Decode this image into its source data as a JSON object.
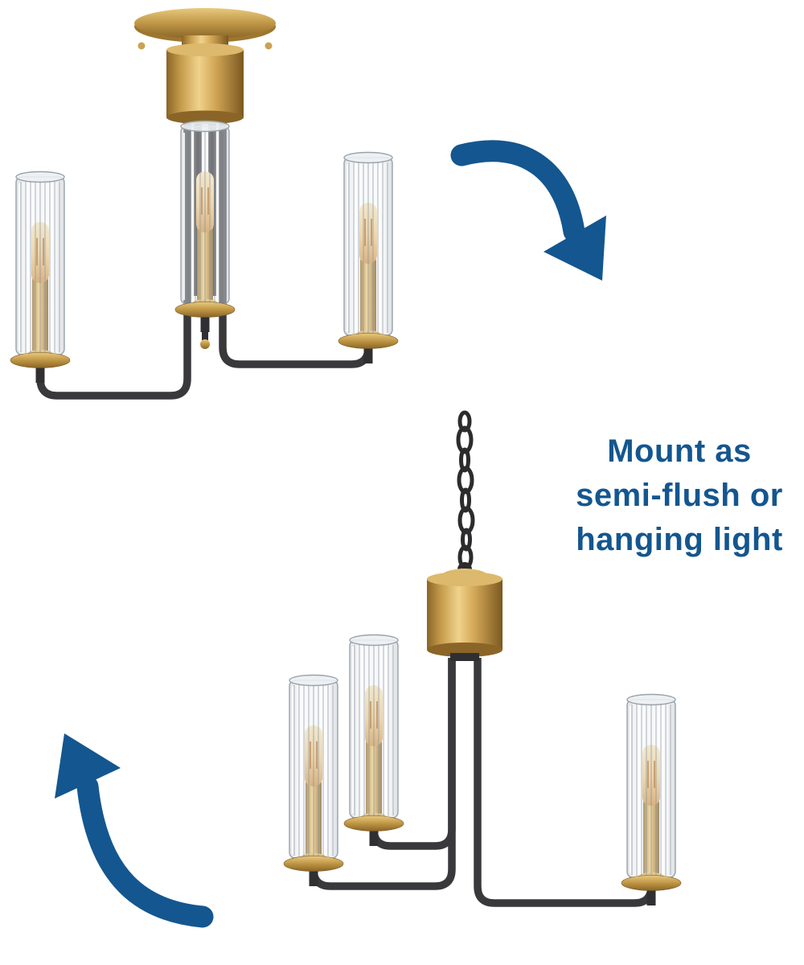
{
  "annotation": {
    "lines": [
      "Mount as",
      "semi-flush or",
      "hanging light"
    ],
    "text_color": "#14568f"
  },
  "colors": {
    "blue": "#14568f",
    "brass": "#c09a4e",
    "brass_highlight": "#f0d28c",
    "brass_shadow": "#7b5820",
    "iron_black": "#39393c",
    "glass_stroke": "#9aa2a9",
    "background": "#ffffff"
  },
  "figures": {
    "top": "semi-flush-mount-fixture",
    "bottom": "hanging-chain-fixture"
  },
  "icons": {
    "arrow_top": "curved-arrow-down-right",
    "arrow_bottom": "curved-arrow-up-left"
  }
}
